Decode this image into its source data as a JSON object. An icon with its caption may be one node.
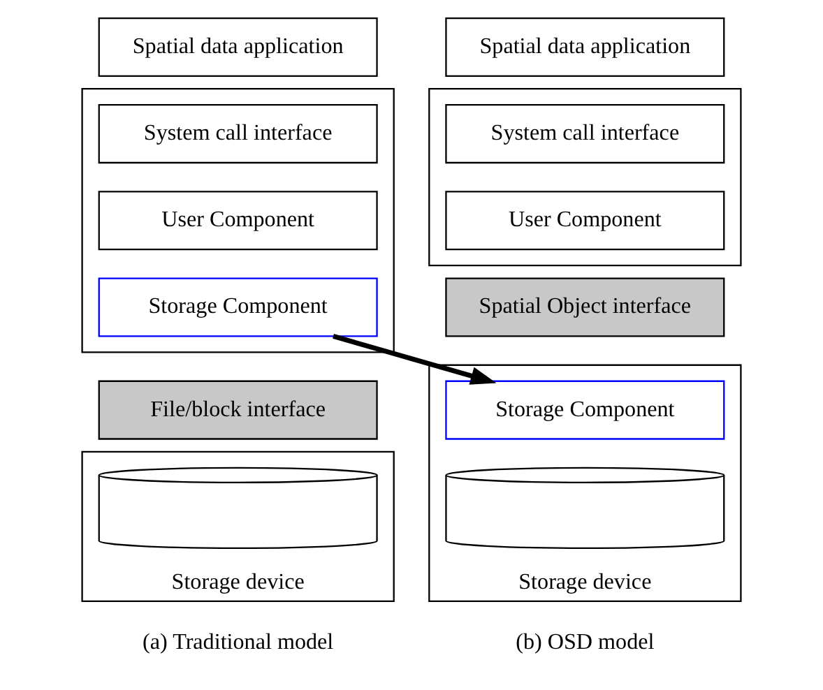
{
  "diagram": {
    "nodes": [
      {
        "text": [
          "Spatial data application"
        ]
      },
      {
        "text": [],
        "shape": "box"
      },
      {
        "text": [
          "System call interface"
        ],
        "in": 1
      },
      {
        "text": [
          "User Component"
        ],
        "in": 1
      },
      {
        "text": [
          "Storage Component"
        ],
        "in": 1
      },
      {
        "text": [
          "File/block interface"
        ]
      },
      {
        "text": [
          "Storage device"
        ]
      },
      {
        "text": [],
        "shape": "cylinder",
        "in": 6
      },
      {
        "text": [
          "Spatial data application"
        ]
      },
      {
        "text": [],
        "shape": "box"
      },
      {
        "text": [
          "System call interface"
        ],
        "in": 9
      },
      {
        "text": [
          "User Component"
        ],
        "in": 9
      },
      {
        "text": [
          "Spatial Object interface"
        ]
      },
      {
        "text": [
          "Storage device"
        ]
      },
      {
        "text": [
          "Storage Component"
        ],
        "in": 13
      },
      {
        "text": [],
        "shape": "cylinder",
        "in": 13
      }
    ],
    "edges": [
      {
        "from": 4,
        "to": 14,
        "arrow": "to"
      }
    ],
    "labels": [
      "(a) Traditional model",
      "(b) OSD model"
    ]
  }
}
